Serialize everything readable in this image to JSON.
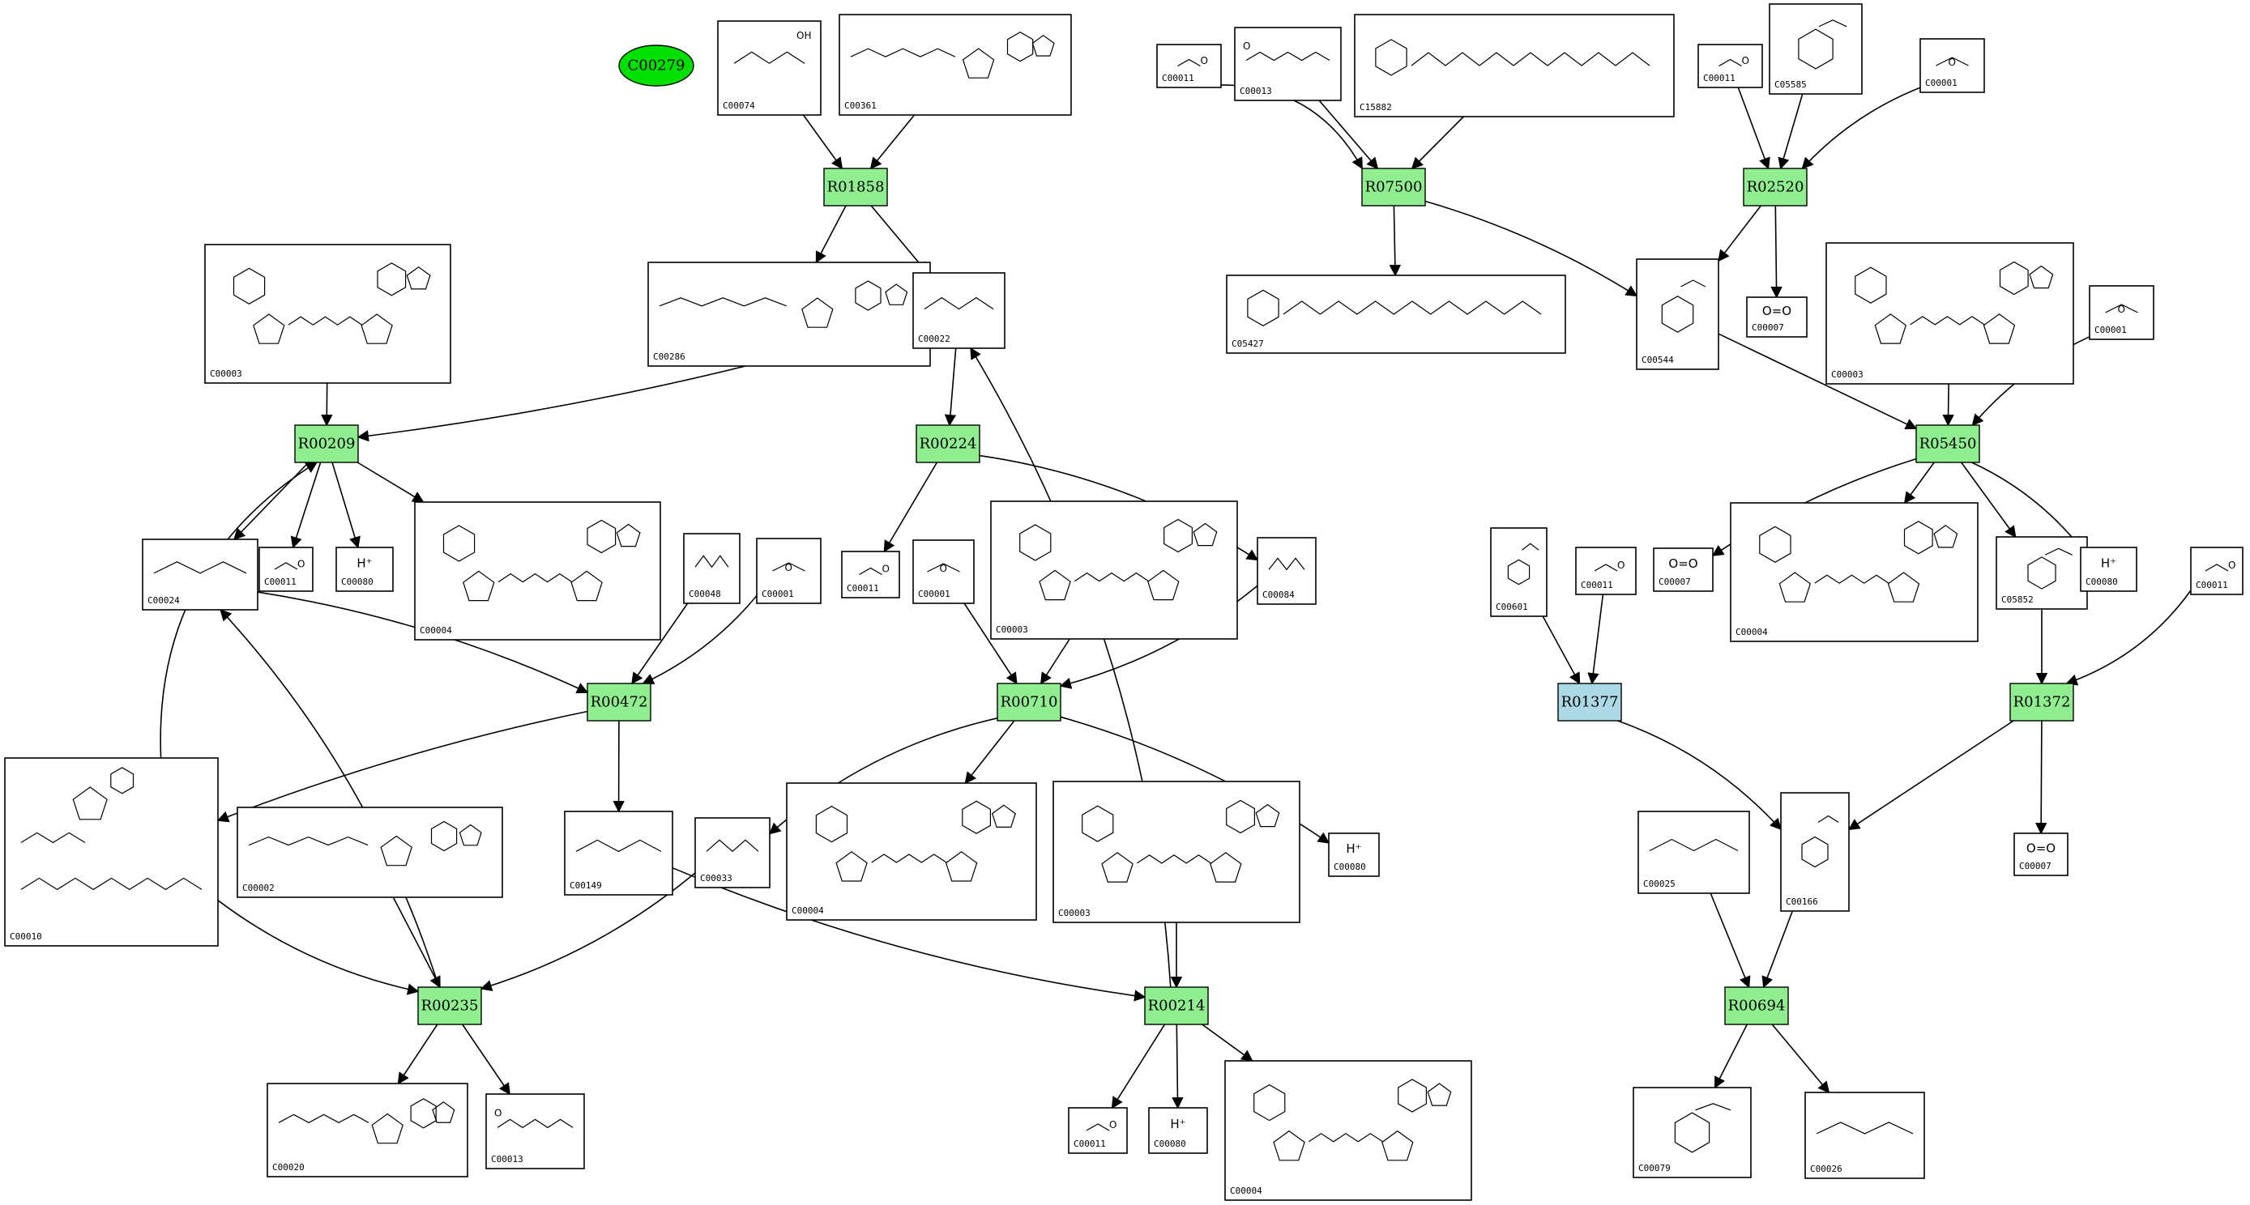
{
  "colors": {
    "reaction": "#90ee90",
    "reaction_alt": "#add8e6",
    "root": "#00e000"
  },
  "root": {
    "label": "C00279"
  },
  "reactions": [
    {
      "id": "R01858",
      "label": "R01858"
    },
    {
      "id": "R07500",
      "label": "R07500"
    },
    {
      "id": "R02520",
      "label": "R02520"
    },
    {
      "id": "R00209",
      "label": "R00209"
    },
    {
      "id": "R00224",
      "label": "R00224"
    },
    {
      "id": "R05450",
      "label": "R05450"
    },
    {
      "id": "R00472",
      "label": "R00472"
    },
    {
      "id": "R00710",
      "label": "R00710"
    },
    {
      "id": "R01377",
      "label": "R01377"
    },
    {
      "id": "R01372",
      "label": "R01372"
    },
    {
      "id": "R00235",
      "label": "R00235"
    },
    {
      "id": "R00214",
      "label": "R00214"
    },
    {
      "id": "R00694",
      "label": "R00694"
    }
  ],
  "compounds": [
    {
      "key": "c00074",
      "id": "C00074"
    },
    {
      "key": "c00361",
      "id": "C00361"
    },
    {
      "key": "c00011a",
      "id": "C00011"
    },
    {
      "key": "c00013a",
      "id": "C00013"
    },
    {
      "key": "c15882",
      "id": "C15882"
    },
    {
      "key": "c00011b",
      "id": "C00011"
    },
    {
      "key": "c05585",
      "id": "C05585"
    },
    {
      "key": "c00001a",
      "id": "C00001"
    },
    {
      "key": "c00003a",
      "id": "C00003"
    },
    {
      "key": "c00286",
      "id": "C00286"
    },
    {
      "key": "c00022",
      "id": "C00022"
    },
    {
      "key": "c05427",
      "id": "C05427"
    },
    {
      "key": "c00544",
      "id": "C00544"
    },
    {
      "key": "c00007a",
      "id": "C00007",
      "formula": "O=O"
    },
    {
      "key": "c00003b",
      "id": "C00003"
    },
    {
      "key": "c00001b",
      "id": "C00001"
    },
    {
      "key": "c00024",
      "id": "C00024"
    },
    {
      "key": "c00011c",
      "id": "C00011"
    },
    {
      "key": "c00080a",
      "id": "C00080",
      "formula": "H⁺"
    },
    {
      "key": "c00004a",
      "id": "C00004"
    },
    {
      "key": "c00048",
      "id": "C00048"
    },
    {
      "key": "c00001c",
      "id": "C00001"
    },
    {
      "key": "c00011d",
      "id": "C00011"
    },
    {
      "key": "c00001d",
      "id": "C00001"
    },
    {
      "key": "c00003c",
      "id": "C00003"
    },
    {
      "key": "c00084",
      "id": "C00084"
    },
    {
      "key": "c00601",
      "id": "C00601"
    },
    {
      "key": "c00011e",
      "id": "C00011"
    },
    {
      "key": "c00007b",
      "id": "C00007",
      "formula": "O=O"
    },
    {
      "key": "c00004b",
      "id": "C00004"
    },
    {
      "key": "c05852",
      "id": "C05852"
    },
    {
      "key": "c00080b",
      "id": "C00080",
      "formula": "H⁺"
    },
    {
      "key": "c00011f",
      "id": "C00011"
    },
    {
      "key": "c00010",
      "id": "C00010"
    },
    {
      "key": "c00002",
      "id": "C00002"
    },
    {
      "key": "c00149",
      "id": "C00149"
    },
    {
      "key": "c00033",
      "id": "C00033"
    },
    {
      "key": "c00004c",
      "id": "C00004"
    },
    {
      "key": "c00003d",
      "id": "C00003"
    },
    {
      "key": "c00080c",
      "id": "C00080",
      "formula": "H⁺"
    },
    {
      "key": "c00025",
      "id": "C00025"
    },
    {
      "key": "c00166",
      "id": "C00166"
    },
    {
      "key": "c00007c",
      "id": "C00007",
      "formula": "O=O"
    },
    {
      "key": "c00020",
      "id": "C00020"
    },
    {
      "key": "c00013b",
      "id": "C00013"
    },
    {
      "key": "c00011g",
      "id": "C00011"
    },
    {
      "key": "c00080d",
      "id": "C00080",
      "formula": "H⁺"
    },
    {
      "key": "c00004d",
      "id": "C00004"
    },
    {
      "key": "c00079",
      "id": "C00079"
    },
    {
      "key": "c00026",
      "id": "C00026"
    }
  ]
}
